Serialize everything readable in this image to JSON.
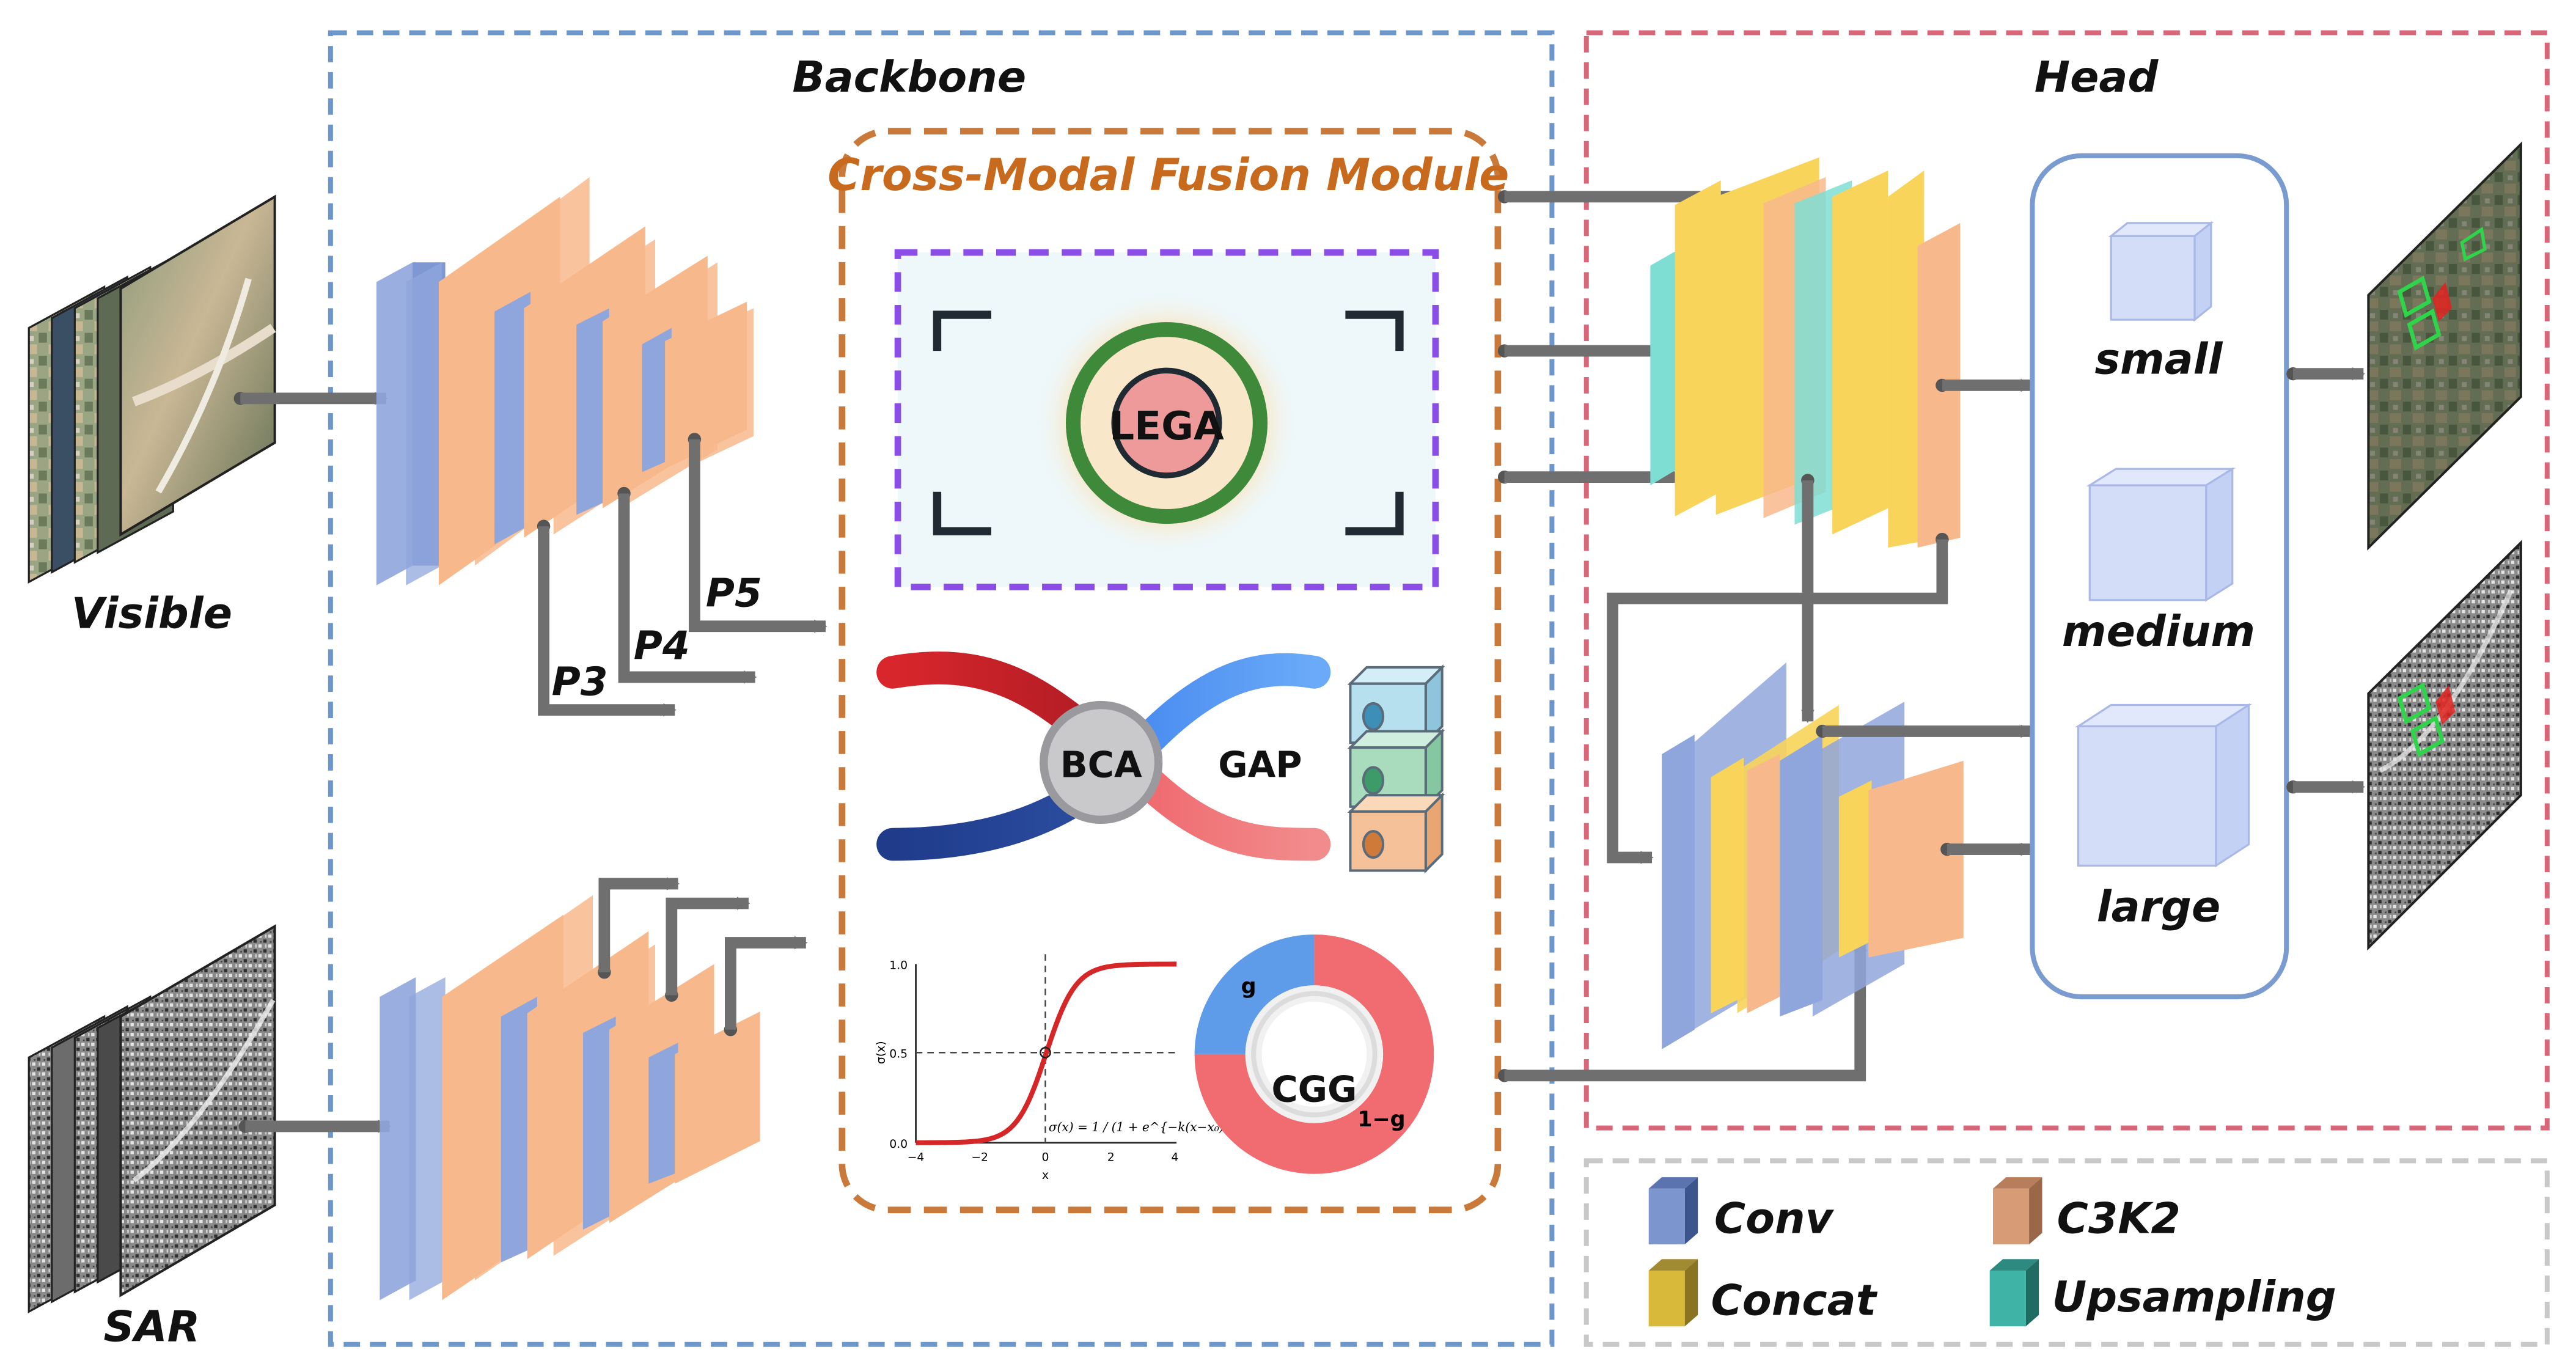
{
  "sections": {
    "backbone": "Backbone",
    "head": "Head",
    "fusion": "Cross-Modal Fusion Module"
  },
  "inputs": {
    "visible": "Visible",
    "sar": "SAR"
  },
  "pyramid": {
    "p3": "P3",
    "p4": "P4",
    "p5": "P5"
  },
  "modules": {
    "lega": "LEGA",
    "bca": "BCA",
    "gap": "GAP",
    "cgg": "CGG",
    "gate_g": "g",
    "gate_1mg": "1−g"
  },
  "sigmoid_plot": {
    "y_ticks": [
      "0.0",
      "0.5",
      "1.0"
    ],
    "x_ticks": [
      "−4",
      "−2",
      "0",
      "2",
      "4"
    ],
    "xlabel": "x",
    "ylabel": "σ(x)",
    "formula": "σ(x) = 1 / (1 + e^{−k(x−x₀)})"
  },
  "scales": {
    "small": "small",
    "medium": "medium",
    "large": "large"
  },
  "legend": {
    "conv": "Conv",
    "concat": "Concat",
    "c3k2": "C3K2",
    "upsampling": "Upsampling"
  },
  "colors": {
    "conv": "#8fa6dc",
    "c3k2": "#f7b98c",
    "concat": "#f8d45a",
    "upsampling": "#7fded3",
    "backbone_border": "#6d96c9",
    "head_border": "#d9677a",
    "fusion_border": "#c97a3a",
    "lega_border": "#8a4ee6",
    "fusion_title": "#c86a1d"
  }
}
